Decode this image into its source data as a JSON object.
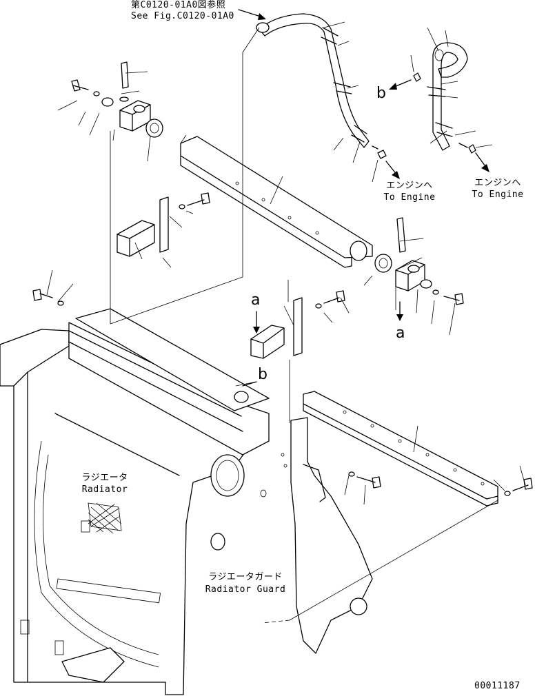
{
  "labels": {
    "see_fig_jp": "第C0120-01A0図参照",
    "see_fig_en": "See Fig.C0120-01A0",
    "to_engine_jp_1": "エンジンへ",
    "to_engine_en_1": "To Engine",
    "to_engine_jp_2": "エンジンへ",
    "to_engine_en_2": "To Engine",
    "radiator_jp": "ラジエータ",
    "radiator_en": "Radiator",
    "guard_jp": "ラジエータガード",
    "guard_en": "Radiator Guard",
    "ref_a_top": "a",
    "ref_a_bottom": "a",
    "ref_b_right": "b",
    "ref_b_left": "b",
    "drawing_number": "00011187"
  }
}
